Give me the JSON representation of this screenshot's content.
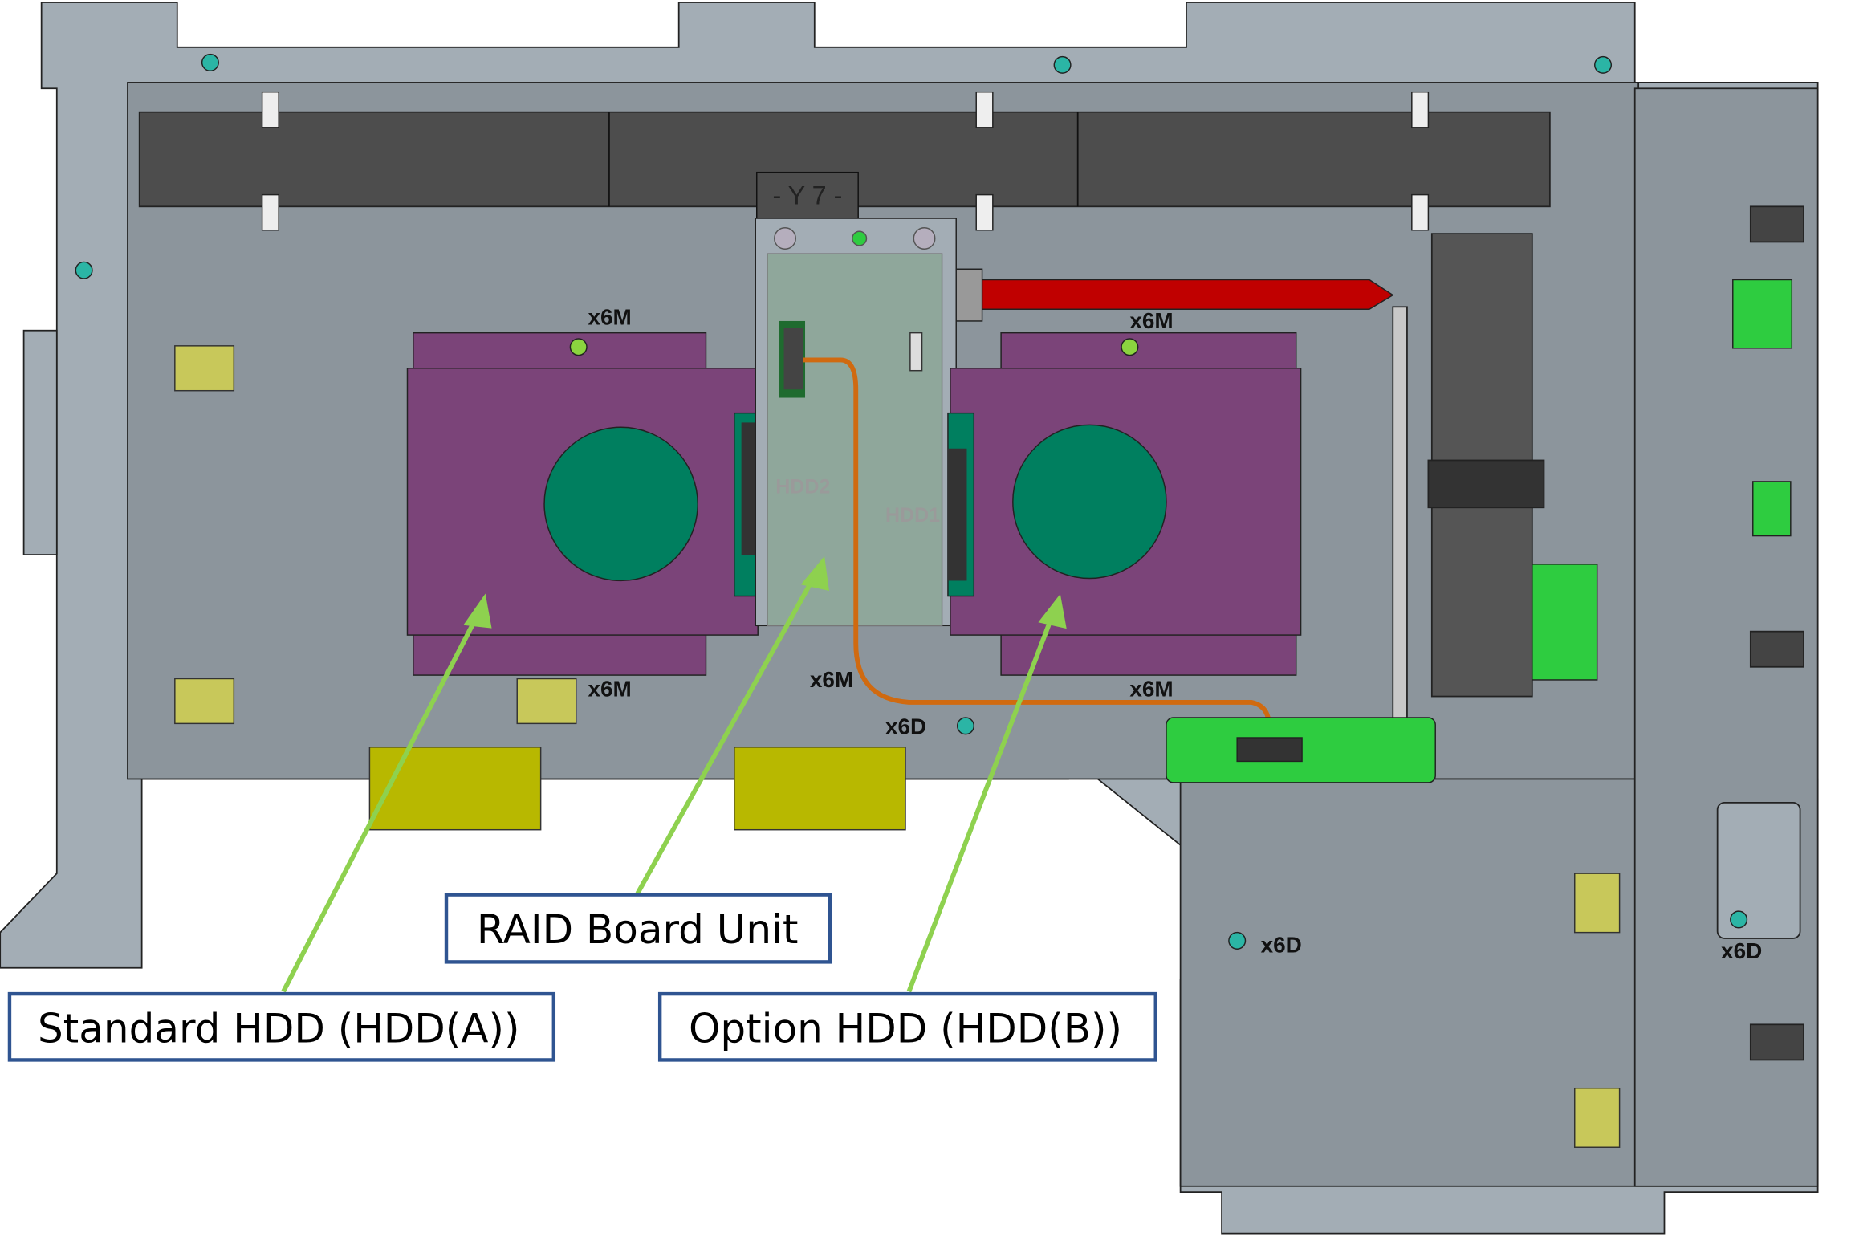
{
  "callouts": {
    "raid_board": "RAID Board Unit",
    "standard_hdd": "Standard HDD (HDD(A))",
    "option_hdd": "Option HDD (HDD(B))"
  },
  "markings": {
    "y7": "- Y 7 -",
    "hdd1": "HDD1",
    "hdd2": "HDD2",
    "screw_x6m": "x6M",
    "screw_x6d": "x6D"
  },
  "colors": {
    "chassis": "#8c959c",
    "chassis_light": "#a3adb5",
    "hdd_body": "#7b4479",
    "hdd_platter": "#007f5f",
    "raid_board": "#8fa79b",
    "cable_red": "#c00000",
    "cable_orange": "#d06a10",
    "pcb_green": "#2ecc40",
    "leader_line": "#8ed14f",
    "callout_border": "#2f5491"
  }
}
